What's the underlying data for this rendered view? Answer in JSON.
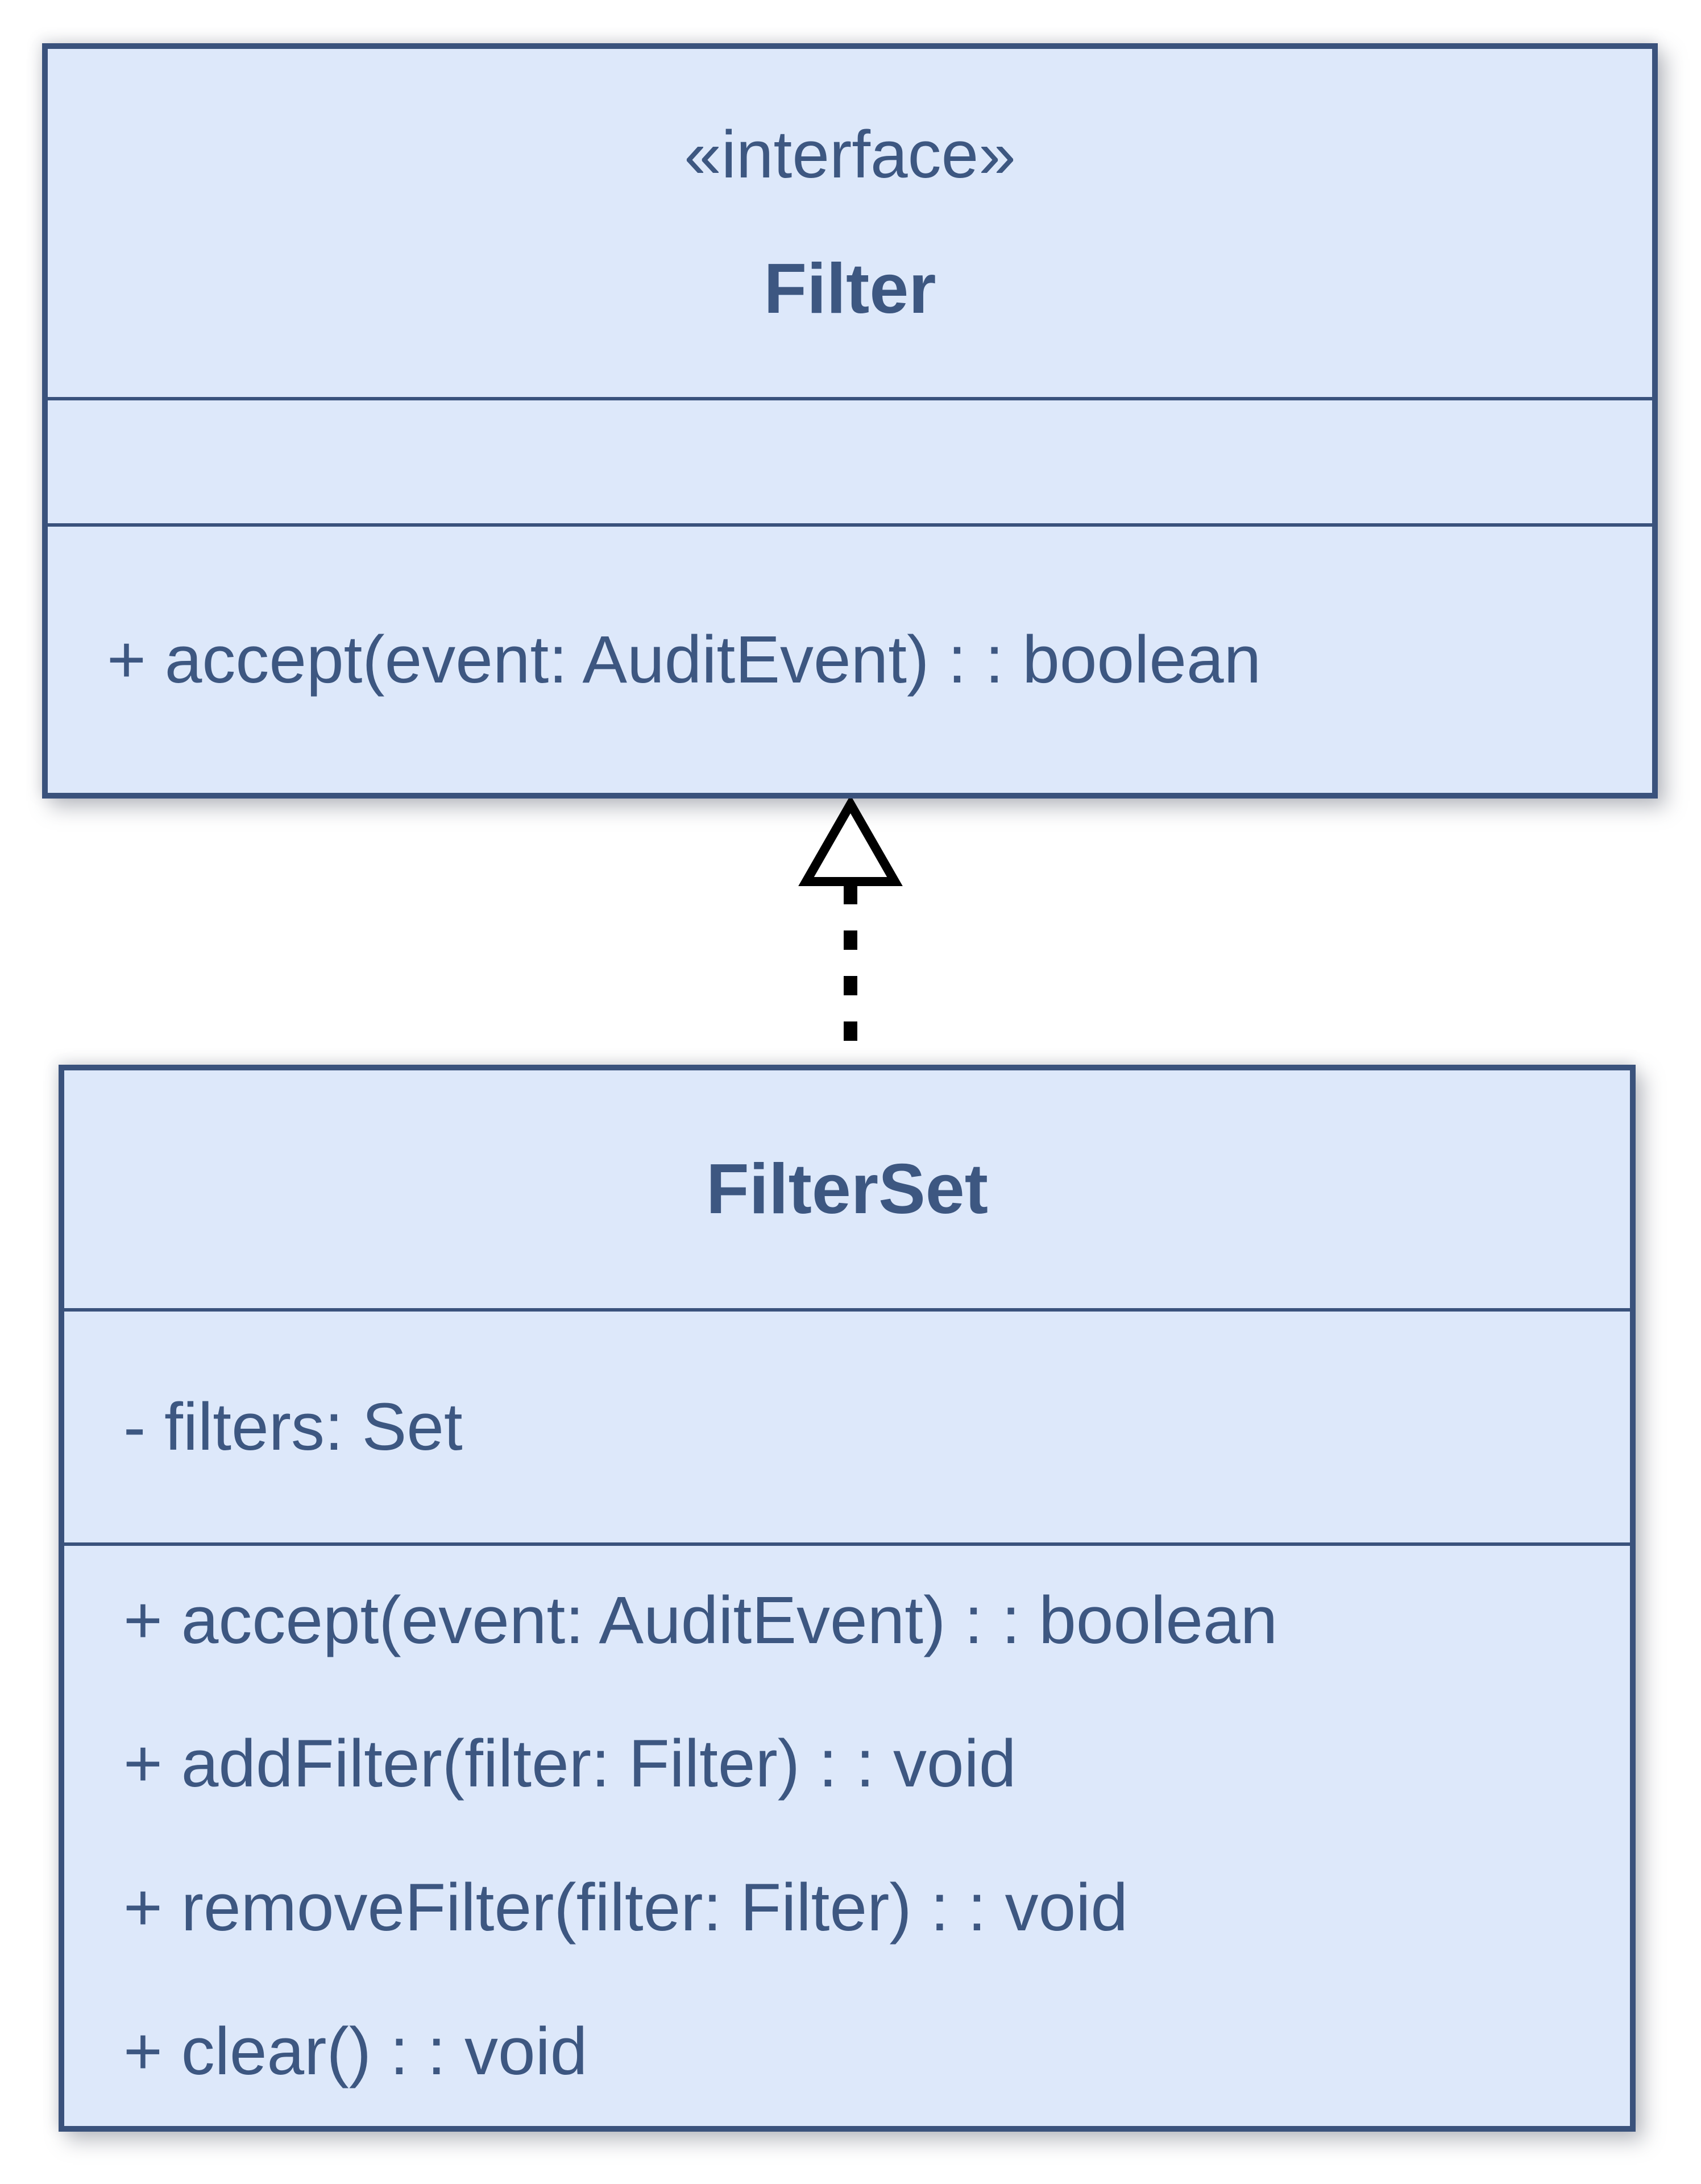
{
  "diagram": {
    "type": "uml-class-diagram",
    "colors": {
      "background": "#ffffff",
      "box_fill": "#dde8fa",
      "box_border": "#3a527c",
      "text": "#3d5781",
      "arrow": "#000000"
    },
    "classes": [
      {
        "stereotype": "«interface»",
        "name": "Filter",
        "attributes": [],
        "methods": [
          "+ accept(event: AuditEvent) : : boolean"
        ]
      },
      {
        "name": "FilterSet",
        "attributes": [
          "- filters: Set"
        ],
        "methods": [
          "+ accept(event: AuditEvent) : : boolean",
          "+ addFilter(filter: Filter) : : void",
          "+ removeFilter(filter: Filter) : : void",
          "+ clear() : : void"
        ]
      }
    ],
    "relationship": {
      "type": "realization",
      "from": "FilterSet",
      "to": "Filter",
      "line_style": "dashed",
      "arrowhead": "hollow-triangle"
    }
  }
}
